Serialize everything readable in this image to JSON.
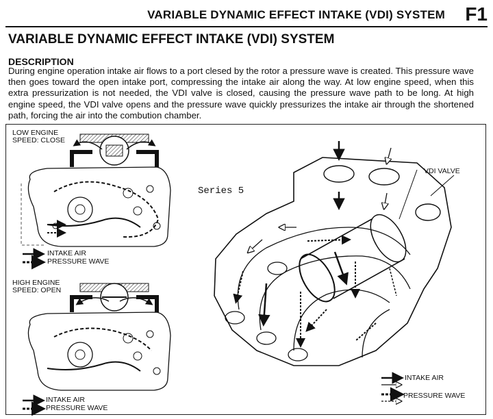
{
  "header": {
    "title": "VARIABLE DYNAMIC EFFECT INTAKE (VDI) SYSTEM",
    "section_code": "F1"
  },
  "document": {
    "title": "VARIABLE DYNAMIC EFFECT INTAKE (VDI) SYSTEM",
    "description_heading": "DESCRIPTION",
    "description_text": "During engine operation intake air flows to a port clesed by the rotor a pressure wave is created. This pressure wave then goes toward the open intake port, compressing the intake air along the way. At low engine speed, when this extra pressurization is not needed, the VDI valve is closed, causing the pressure wave path to be long. At high engine speed, the VDI valve opens and the pressure wave quickly pressurizes the intake air through the shortened path, forcing the air into the combution chamber."
  },
  "figure": {
    "low_speed_label_1": "LOW ENGINE",
    "low_speed_label_2": "SPEED: CLOSE",
    "high_speed_label_1": "HIGH ENGINE",
    "high_speed_label_2": "SPEED: OPEN",
    "legend_intake_air": "INTAKE AIR",
    "legend_pressure_wave": "PRESSURE WAVE",
    "vdi_valve_label": "VDI VALVE",
    "series_label": "Series 5"
  }
}
